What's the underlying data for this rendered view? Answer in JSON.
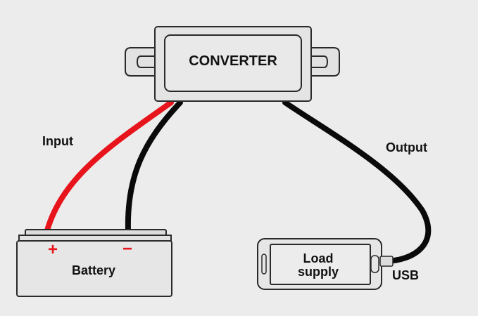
{
  "converter": {
    "label": "CONVERTER"
  },
  "wires": {
    "input_label": "Input",
    "output_label": "Output",
    "positive_color": "#e8141c",
    "negative_color": "#0a0a0a"
  },
  "battery": {
    "label": "Battery",
    "positive_symbol": "+",
    "negative_symbol": "−",
    "positive_color": "#e8141c"
  },
  "load": {
    "label_line1": "Load",
    "label_line2": "supply",
    "port_label": "USB"
  }
}
